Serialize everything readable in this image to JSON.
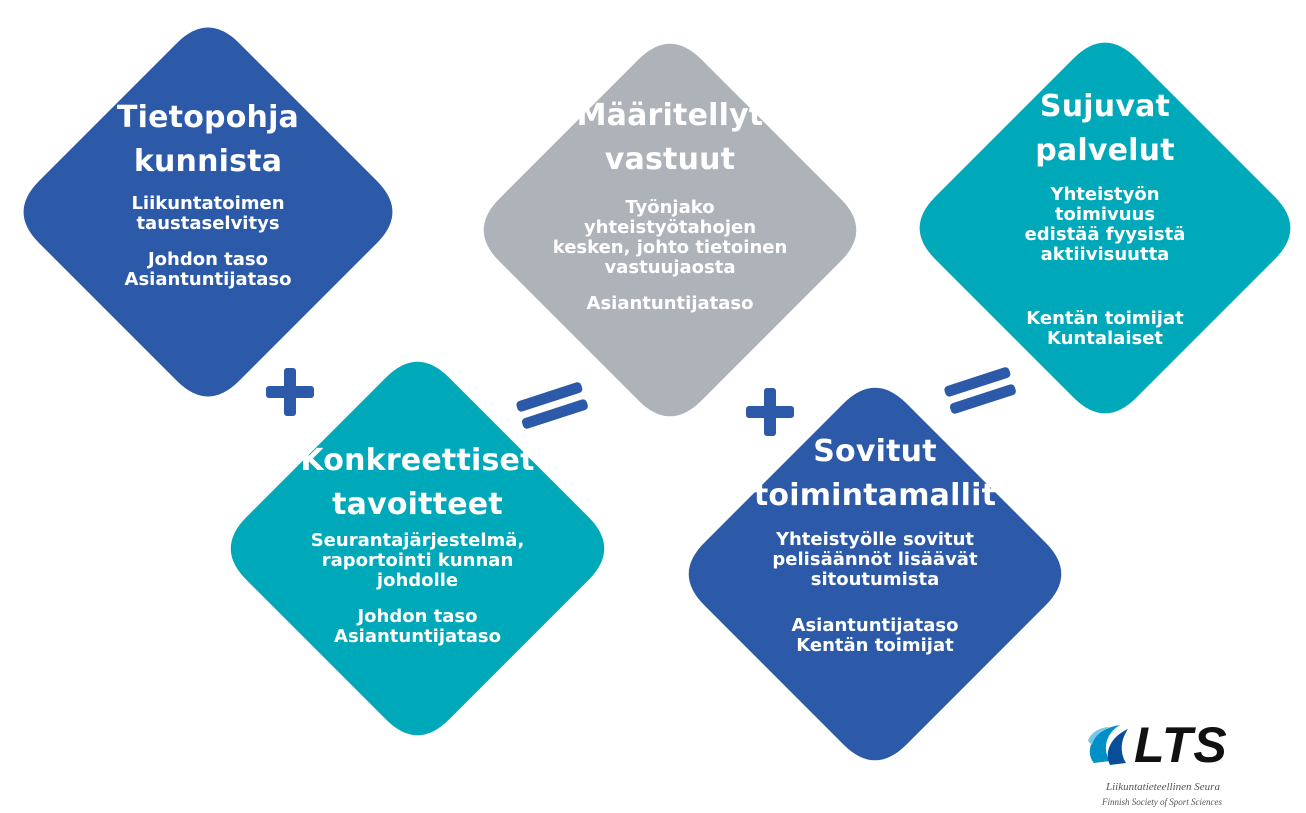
{
  "colors": {
    "dark_blue": "#2c5aa8",
    "teal": "#00a9b9",
    "gray": "#aeb3b9",
    "operator": "#2c5aa8"
  },
  "boxes": [
    {
      "title": [
        "Tietopohja",
        "kunnista"
      ],
      "desc": [
        "Liikuntatoimen",
        "taustaselvitys"
      ],
      "level": [
        "Johdon taso",
        "Asiantuntijataso"
      ],
      "color": "dark_blue"
    },
    {
      "title": [
        "Konkreettiset",
        "tavoitteet"
      ],
      "desc": [
        "Seurantajärjestelmä,",
        "raportointi kunnan",
        "johdolle"
      ],
      "level": [
        "Johdon taso",
        "Asiantuntijataso"
      ],
      "color": "teal"
    },
    {
      "title": [
        "Määritellyt",
        "vastuut"
      ],
      "desc": [
        "Työnjako",
        "yhteistyötahojen",
        "kesken, johto tietoinen",
        "vastuujaosta"
      ],
      "level": [
        "Asiantuntijataso"
      ],
      "color": "gray"
    },
    {
      "title": [
        "Sovitut",
        "toimintamallit"
      ],
      "desc": [
        "Yhteistyölle sovitut",
        "pelisäännöt lisäävät",
        "sitoutumista"
      ],
      "level": [
        "Asiantuntijataso",
        "Kentän toimijat"
      ],
      "color": "dark_blue"
    },
    {
      "title": [
        "Sujuvat",
        "palvelut"
      ],
      "desc": [
        "Yhteistyön",
        "toimivuus",
        "edistää fyysistä",
        "aktiivisuutta"
      ],
      "level": [
        "Kentän toimijat",
        "Kuntalaiset"
      ],
      "color": "teal"
    }
  ],
  "operators": [
    "plus",
    "equals",
    "plus",
    "equals"
  ],
  "logo": {
    "mark": "LTS",
    "name_fi": "Liikuntatieteellinen Seura",
    "name_en": "Finnish Society of Sport Sciences"
  }
}
